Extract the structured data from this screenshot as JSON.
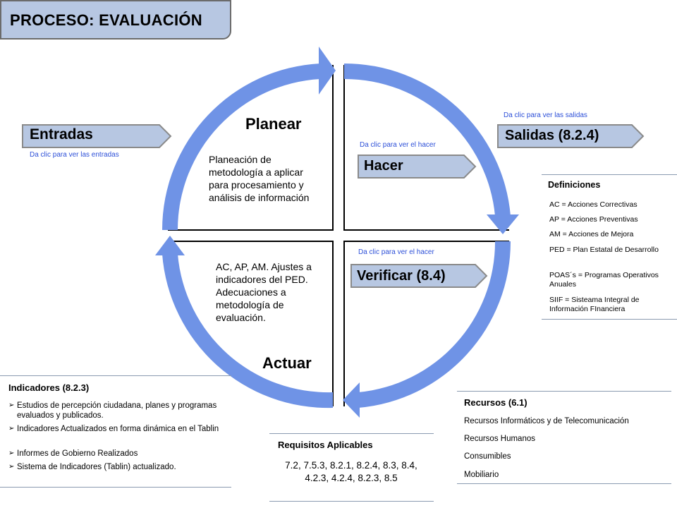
{
  "title": "PROCESO: EVALUACIÓN",
  "entradas": {
    "label": "Entradas",
    "link": "Da clic para ver las entradas"
  },
  "salidas": {
    "label": "Salidas (8.2.4)",
    "link": "Da clic para ver las salidas"
  },
  "hacer": {
    "label": "Hacer",
    "link": "Da clic para ver el hacer"
  },
  "verificar": {
    "label": "Verificar (8.4)",
    "link": "Da clic para ver el hacer"
  },
  "planear": {
    "title": "Planear",
    "text": "Planeación de metodología a aplicar para procesamiento y análisis de información"
  },
  "actuar": {
    "title": "Actuar",
    "text": "AC, AP, AM. Ajustes a indicadores del PED. Adecuaciones a metodología de evaluación."
  },
  "definiciones": {
    "title": "Definiciones",
    "items": [
      "AC = Acciones Correctivas",
      "AP = Acciones Preventivas",
      "AM = Acciones de Mejora",
      "PED = Plan Estatal de Desarrollo",
      "POAS´s = Programas Operativos Anuales",
      "SIIF = Sisteama Integral de Información FInanciera"
    ]
  },
  "indicadores": {
    "title": "Indicadores (8.2.3)",
    "items": [
      "Estudios de percepción ciudadana, planes y programas evaluados y publicados.",
      "Indicadores Actualizados en forma dinámica en el Tablin",
      "Informes de Gobierno Realizados",
      "Sistema de Indicadores (Tablin) actualizado."
    ]
  },
  "requisitos": {
    "title": "Requisitos Aplicables",
    "text": "7.2, 7.5.3, 8.2.1, 8.2.4, 8.3, 8.4, 4.2.3, 4.2.4, 8.2.3, 8.5"
  },
  "recursos": {
    "title": "Recursos (6.1)",
    "items": [
      "Recursos Informáticos y de Telecomunicación",
      "Recursos Humanos",
      "Consumibles",
      "Mobiliario"
    ]
  },
  "colors": {
    "arrow_blue": "#6f93e6",
    "label_fill": "#b7c7e2",
    "link_blue": "#2c4fd8"
  }
}
